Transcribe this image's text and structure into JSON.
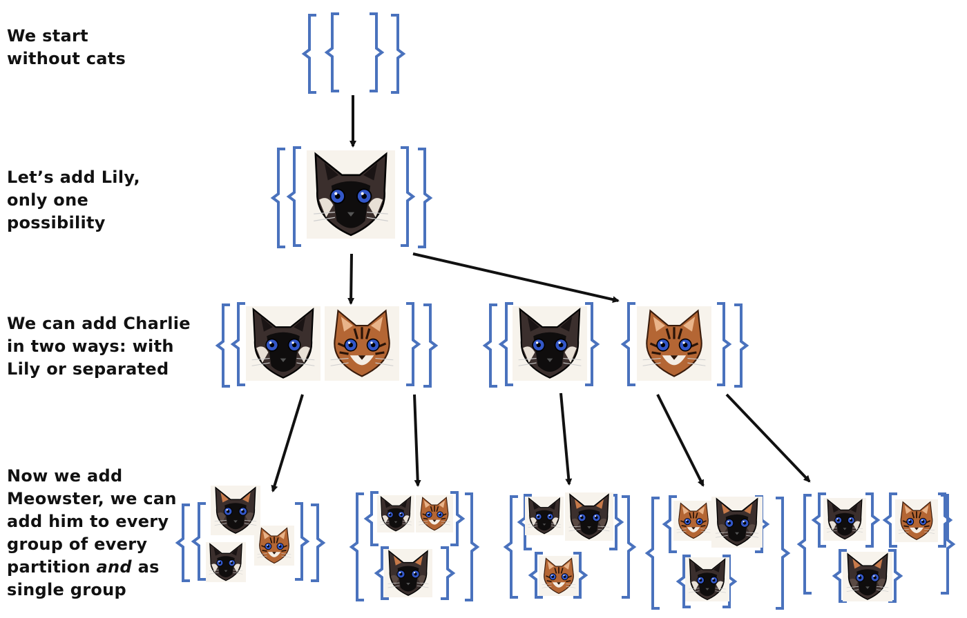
{
  "labels": {
    "level0": "We start\nwithout cats",
    "level1": "Let’s add Lily,\nonly one\npossibility",
    "level2": "We can add Charlie\nin two ways: with\nLily or separated",
    "level3_a": "Now we add\nMeowster, we can\nadd him to every\ngroup of every\npartition ",
    "level3_em": "and",
    "level3_b": " as\nsingle group"
  },
  "cats": [
    {
      "name": "Lily",
      "icon": "siamese-cat-icon"
    },
    {
      "name": "Charlie",
      "icon": "tabby-cat-icon"
    },
    {
      "name": "Meowster",
      "icon": "dark-siamese-cat-icon"
    }
  ],
  "levels": [
    {
      "partitions": [
        []
      ]
    },
    {
      "partitions": [
        [
          [
            "Lily"
          ]
        ]
      ]
    },
    {
      "partitions": [
        [
          [
            "Lily",
            "Charlie"
          ]
        ],
        [
          [
            "Lily"
          ],
          [
            "Charlie"
          ]
        ]
      ]
    },
    {
      "partitions": [
        [
          [
            "Lily",
            "Charlie",
            "Meowster"
          ]
        ],
        [
          [
            "Lily",
            "Charlie"
          ],
          [
            "Meowster"
          ]
        ],
        [
          [
            "Lily",
            "Meowster"
          ],
          [
            "Charlie"
          ]
        ],
        [
          [
            "Lily"
          ],
          [
            "Charlie",
            "Meowster"
          ]
        ],
        [
          [
            "Lily"
          ],
          [
            "Charlie"
          ],
          [
            "Meowster"
          ]
        ]
      ]
    }
  ],
  "colors": {
    "brace": "#4a72bd",
    "arrow": "#111111",
    "siamese_face": "#3b2f2d",
    "siamese_mask": "#0f0d0d",
    "tabby_face": "#b46634",
    "eye": "#3357c8"
  }
}
